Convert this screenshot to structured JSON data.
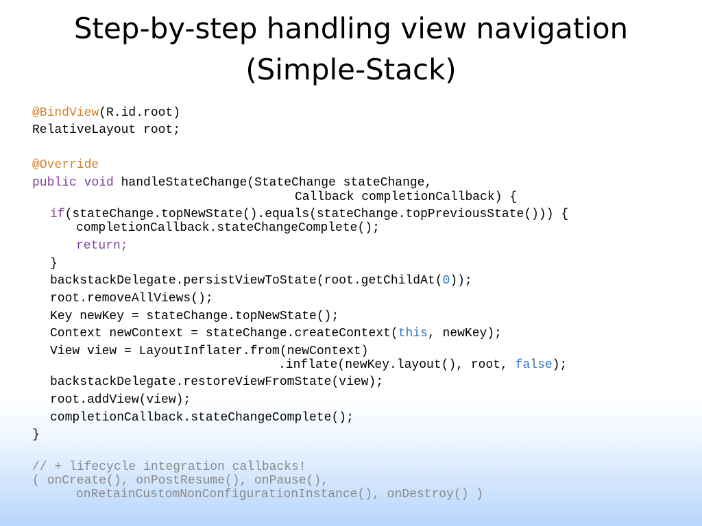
{
  "slide": {
    "title_line1": "Step-by-step handling view navigation",
    "title_line2": "(Simple-Stack)"
  },
  "code": {
    "l1_ann": "@BindView",
    "l1_rest": "(R.id.root)",
    "l2": "RelativeLayout root;",
    "l3_ann": "@Override",
    "l4_kw": "public void",
    "l4_rest": " handleStateChange(StateChange stateChange,",
    "l5": "Callback completionCallback) {",
    "l6_kw": "if",
    "l6_rest": "(stateChange.topNewState().equals(stateChange.topPreviousState())) {",
    "l7": "completionCallback.stateChangeComplete();",
    "l8_kw": "return;",
    "l9": "}",
    "l10_a": "backstackDelegate.persistViewToState(root.getChildAt(",
    "l10_lit": "0",
    "l10_b": "));",
    "l11": "root.removeAllViews();",
    "l12": "Key newKey = stateChange.topNewState();",
    "l13_a": "Context newContext = stateChange.createContext(",
    "l13_lit": "this",
    "l13_b": ", newKey);",
    "l14": "View view = LayoutInflater.from(newContext)",
    "l15_a": ".inflate(newKey.layout(), root, ",
    "l15_lit": "false",
    "l15_b": ");",
    "l16": "backstackDelegate.restoreViewFromState(view);",
    "l17": "root.addView(view);",
    "l18": "completionCallback.stateChangeComplete();",
    "l19": "}",
    "l20": "// + lifecycle integration callbacks!",
    "l21": "( onCreate(), onPostResume(), onPause(),",
    "l22": "onRetainCustomNonConfigurationInstance(), onDestroy() )"
  }
}
